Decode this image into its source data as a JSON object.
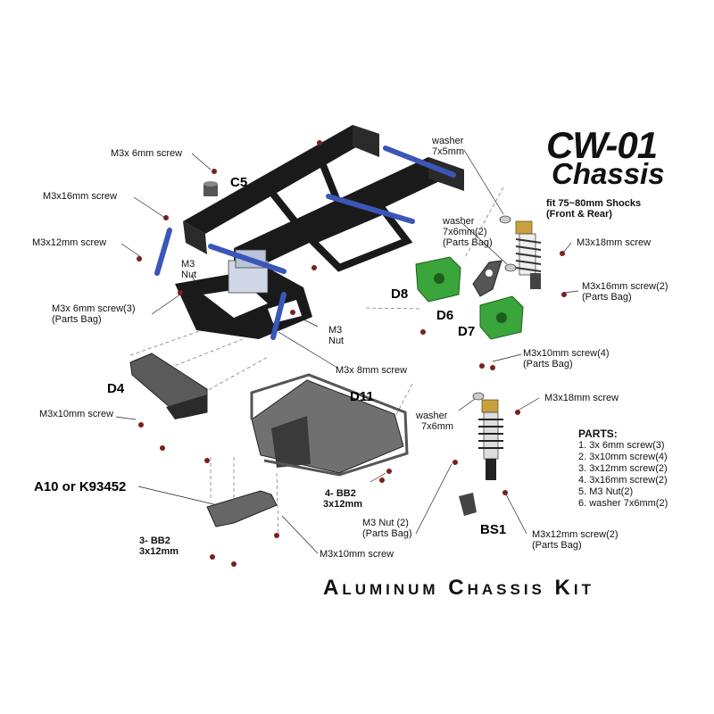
{
  "title": {
    "line1": "CW-01",
    "line2": "Chassis"
  },
  "footer": "Aluminum Chassis Kit",
  "labels": {
    "m3x6_c5": "M3x 6mm screw",
    "m3x16_left": "M3x16mm screw",
    "m3x12_left": "M3x12mm screw",
    "m3_nut_upper": "M3",
    "m3_nut_upper2": "Nut",
    "m3x6_bag_1": "M3x 6mm screw(3)",
    "m3x6_bag_2": "(Parts Bag)",
    "m3_nut_mid": "M3",
    "m3_nut_mid2": "Nut",
    "m3x8": "M3x 8mm screw",
    "m3x10_left": "M3x10mm screw",
    "washer_top1": "washer",
    "washer_top2": "7x5mm",
    "washer_mid1": "washer",
    "washer_mid2": "7x6mm(2)",
    "washer_mid3": "(Parts Bag)",
    "fit1": "fit 75~80mm Shocks",
    "fit2": "(Front & Rear)",
    "m3x18_top": "M3x18mm screw",
    "m3x16_right1": "M3x16mm screw(2)",
    "m3x16_right2": "(Parts Bag)",
    "m3x10_4_1": "M3x10mm screw(4)",
    "m3x10_4_2": "(Parts Bag)",
    "m3x18_low": "M3x18mm screw",
    "washer_low1": "washer",
    "washer_low2": "7x6mm",
    "bb2_4_1": "4- BB2",
    "bb2_4_2": "3x12mm",
    "bb2_3_1": "3- BB2",
    "bb2_3_2": "3x12mm",
    "m3nut2_1": "M3 Nut (2)",
    "m3nut2_2": "(Parts Bag)",
    "m3x10_bottom": "M3x10mm screw",
    "m3x12_right1": "M3x12mm screw(2)",
    "m3x12_right2": "(Parts Bag)"
  },
  "codes": {
    "c5": "C5",
    "d8": "D8",
    "d6": "D6",
    "d7": "D7",
    "d4": "D4",
    "d11": "D11",
    "a10": "A10 or K93452",
    "bs1": "BS1"
  },
  "parts": {
    "heading": "PARTS:",
    "items": [
      "1. 3x  6mm screw(3)",
      "2. 3x10mm screw(4)",
      "3. 3x12mm screw(2)",
      "4. 3x16mm screw(2)",
      "5. M3 Nut(2)",
      "6. washer 7x6mm(2)"
    ]
  },
  "colors": {
    "frame": "#1a1a1a",
    "link_blue": "#3a56b8",
    "bracket_green": "#3aa53a",
    "shock_gold": "#c8a040",
    "screw_red": "#7a1f1f",
    "skid_grey": "#5a5a5a"
  }
}
